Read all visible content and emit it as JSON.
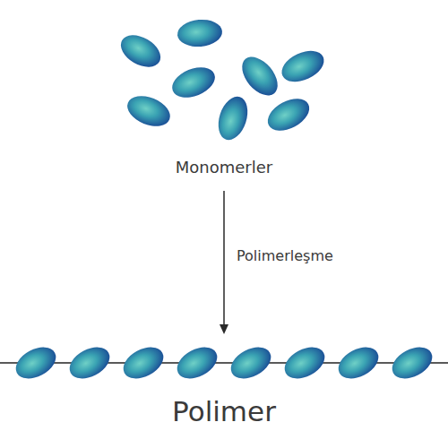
{
  "diagram": {
    "nodes": [
      {
        "text": [
          "Monomerler"
        ]
      },
      {
        "text": [
          "Polimer"
        ]
      }
    ],
    "edges": [
      {
        "from": 0,
        "to": 1,
        "label": "Polimerleşme",
        "arrow": "to"
      }
    ]
  }
}
